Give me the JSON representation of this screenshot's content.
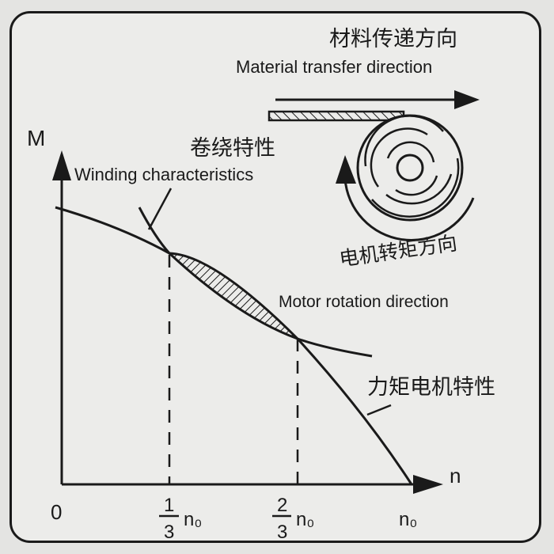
{
  "diagram": {
    "axis_y_label": "M",
    "axis_x_label": "n",
    "origin_label": "0",
    "tick_one_third": {
      "numerator": "1",
      "denominator": "3",
      "unit": "n₀"
    },
    "tick_two_thirds": {
      "numerator": "2",
      "denominator": "3",
      "unit": "n₀"
    },
    "tick_full": "n₀",
    "material_transfer_cn": "材料传递方向",
    "material_transfer_en": "Material transfer direction",
    "winding_characteristics_cn": "卷绕特性",
    "winding_characteristics_en": "Winding characteristics",
    "motor_rotation_cn": "电机转矩方向",
    "motor_rotation_en": "Motor rotation direction",
    "torque_motor_characteristics_cn": "力矩电机特性"
  }
}
